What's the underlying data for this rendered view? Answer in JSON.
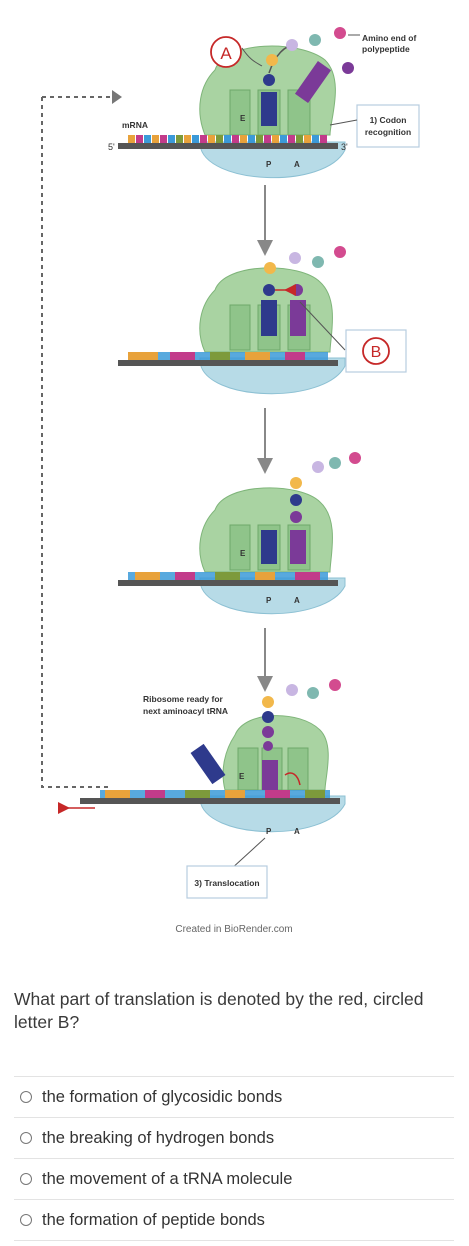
{
  "figure": {
    "label_a": "A",
    "label_b": "B",
    "amino_end": [
      "Amino end of",
      "polypeptide"
    ],
    "codon_recognition": [
      "1) Codon",
      "recognition"
    ],
    "mrna": "mRNA",
    "five_prime": "5'",
    "three_prime": "3'",
    "site_e": "E",
    "site_p": "P",
    "site_a": "A",
    "ribosome_ready": [
      "Ribosome ready for",
      "next aminoacyl tRNA"
    ],
    "translocation": "3) Translocation",
    "credit": "Created in BioRender.com",
    "colors": {
      "ribosome_large": "#a9d3a2",
      "ribosome_small": "#b7dbe7",
      "trna_blue": "#2e3a8c",
      "trna_purple": "#7b3a98",
      "circle_red": "#c62828",
      "arrow_gray": "#888888"
    }
  },
  "question": {
    "text": "What part of translation is denoted by the red, circled letter B?",
    "options": [
      "the formation of glycosidic bonds",
      "the breaking of hydrogen bonds",
      "the movement of a tRNA molecule",
      "the formation of peptide bonds"
    ]
  }
}
